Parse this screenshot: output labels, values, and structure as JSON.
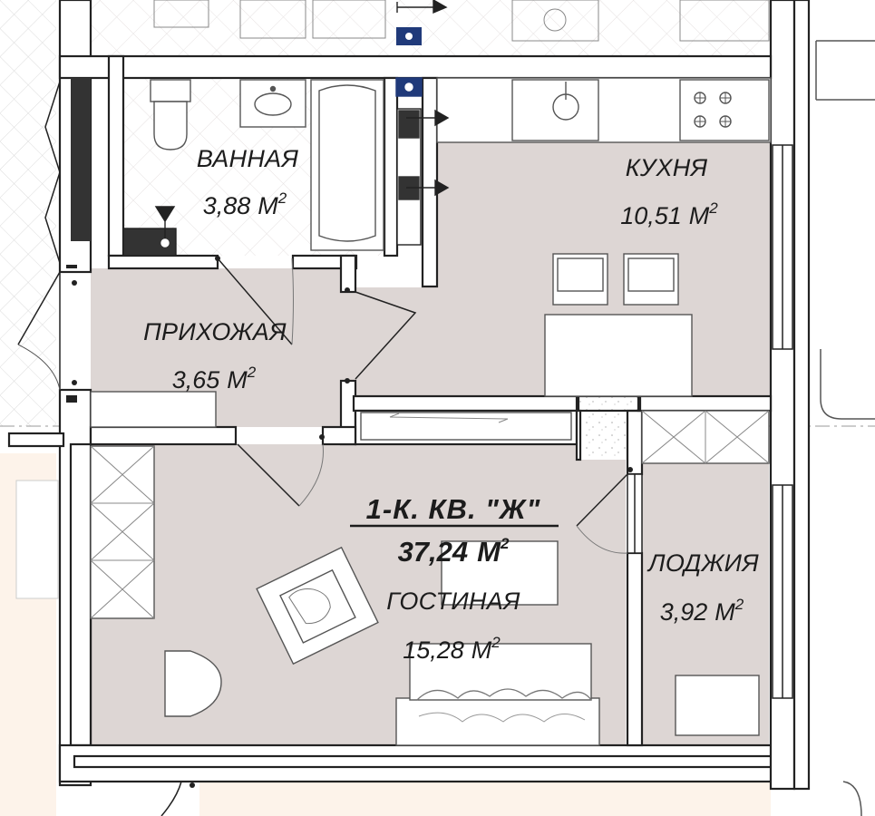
{
  "apartment": {
    "title": "1-К. КВ. \"Ж\"",
    "total_area_value": "37,24",
    "total_area_unit": "М"
  },
  "rooms": {
    "bathroom": {
      "name": "ВАННАЯ",
      "area_value": "3,88",
      "area_unit": "М"
    },
    "kitchen": {
      "name": "КУХНЯ",
      "area_value": "10,51",
      "area_unit": "М"
    },
    "hallway": {
      "name": "ПРИХОЖАЯ",
      "area_value": "3,65",
      "area_unit": "М"
    },
    "living": {
      "name": "ГОСТИНАЯ",
      "area_value": "15,28",
      "area_unit": "М"
    },
    "loggia": {
      "name": "ЛОДЖИЯ",
      "area_value": "3,92",
      "area_unit": "М"
    }
  },
  "area_superscript": "2",
  "colors": {
    "room_fill": "#ddd6d4",
    "wall": "#222222",
    "wall_fill": "#ffffff",
    "outside_fill": "#fdf3ea",
    "fixture_stroke": "#555555",
    "dark_block": "#333333",
    "riser_blue": "#203a7a"
  }
}
